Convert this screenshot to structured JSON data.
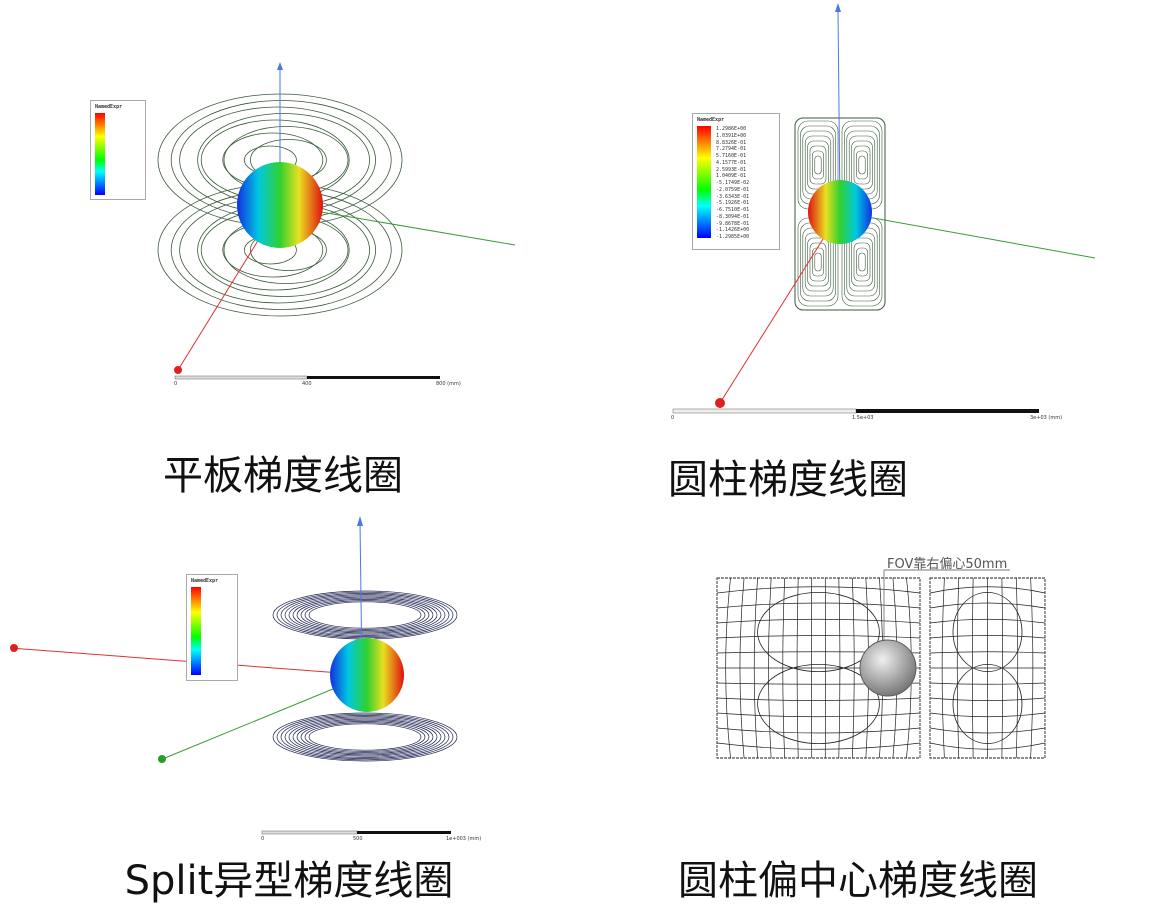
{
  "panels": [
    {
      "caption": "平板梯度线圈",
      "legend_title": "NamedExpr",
      "scale": [
        "0",
        "400",
        "800 (mm)"
      ]
    },
    {
      "caption": "圆柱梯度线圈",
      "legend_title": "NamedExpr",
      "legend_values": [
        "1.2986E+00",
        "1.0391E+00",
        "8.8326E-01",
        "7.2794E-01",
        "5.7160E-01",
        "4.1577E-01",
        "2.5993E-01",
        "1.0409E-01",
        "-5.1749E-02",
        "-2.0759E-01",
        "-3.6343E-01",
        "-5.1926E-01",
        "-6.7510E-01",
        "-8.3094E-01",
        "-9.8678E-01",
        "-1.1426E+00",
        "-1.2985E+00"
      ],
      "scale": [
        "0",
        "1.5e+03",
        "3e+03 (mm)"
      ]
    },
    {
      "caption": "Split异型梯度线圈",
      "legend_title": "NamedExpr",
      "scale": [
        "0",
        "500",
        "1e+003 (mm)"
      ]
    },
    {
      "caption": "圆柱偏中心梯度线圈",
      "annotation": "FOV靠右偏心50mm"
    }
  ],
  "colors": {
    "coil_green": "#3a5a3a",
    "coil_navy": "#1c2250",
    "axis_x": "#e03030",
    "axis_y": "#3a9a3a",
    "axis_z": "#4a7ae0"
  }
}
